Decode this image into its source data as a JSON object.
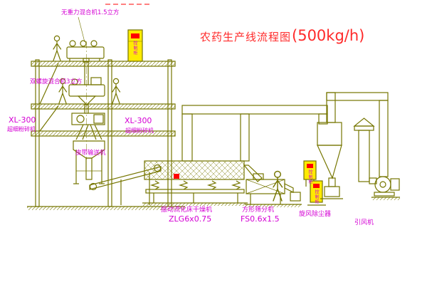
{
  "title": {
    "main": "农药生产线流程图",
    "capacity": "(500kg/h)"
  },
  "labels": {
    "mixer_top": "无重力混合机1.5立方",
    "mixer_mid": "双螺旋混合机3立方",
    "mill_left_model": "XL-300",
    "mill_left_name": "超细粉碎机",
    "mill_center_model": "XL-300",
    "mill_center_name": "超细粉碎机",
    "belt_conveyor": "皮带输送机",
    "dryer_name": "振动流化床干燥机",
    "dryer_model": "ZLG6x0.75",
    "sifter_name": "方形筛分机",
    "sifter_model": "FS0.6x1.5",
    "cyclone_name": "旋风除尘器",
    "fan_name": "引风机",
    "cabinet_label": "控制柜"
  },
  "colors": {
    "line": "#767600",
    "label": "#d400d4",
    "title": "#ff2a2a",
    "cabinet_fill": "#ffeb00",
    "accent_red": "#ff0000"
  }
}
